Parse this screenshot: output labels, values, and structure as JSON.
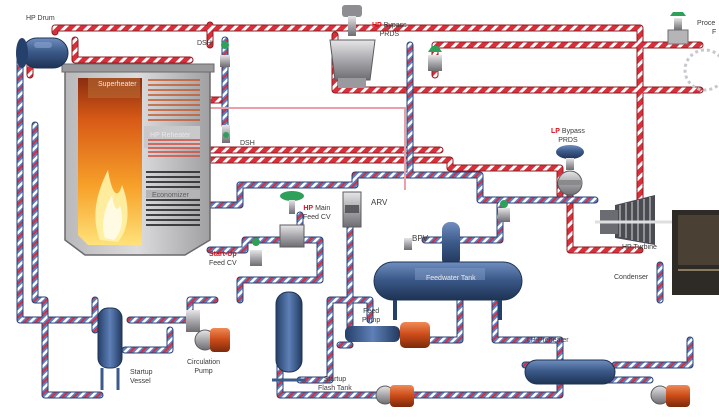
{
  "labels": {
    "hp_drum": "HP Drum",
    "superheater": "Superheater",
    "hp_reheater": "HP Reheater",
    "economizer": "Economizer",
    "dsh_top": "DSH",
    "dsh_mid": "DSH",
    "hp_bypass_prefix": "HP",
    "hp_bypass_suffix": "Bypass",
    "hp_bypass_line2": "PRDS",
    "process_line1": "Proce",
    "process_line2": "F",
    "lp_bypass_prefix": "LP",
    "lp_bypass_suffix": "Bypass",
    "lp_bypass_line2": "PRDS",
    "hp_main_prefix": "HP",
    "hp_main_suffix": "Main",
    "hp_main_line2": "Feed CV",
    "arv": "ARV",
    "bpv": "BPV",
    "feedwater_tank": "Feedwater Tank",
    "startup_cv_line1": "Start-Up",
    "startup_cv_line2": "Feed CV",
    "hp_turbine": "HP Turbine",
    "condenser": "Condenser",
    "feed_pump_line1": "Feed",
    "feed_pump_line2": "Pump",
    "circulation_pump_line1": "Circulation",
    "circulation_pump_line2": "Pump",
    "startup_vessel_line1": "Startup",
    "startup_vessel_line2": "Vessel",
    "startup_flash_line1": "Startup",
    "startup_flash_line2": "Flash Tank",
    "lp_preheater": "LP-Preheater"
  },
  "colors": {
    "steam_pipe": "#d8303a",
    "water_pipe": "#5a7fc4",
    "pipe_stripe": "#ffffff",
    "equipment_blue": "#3c5a8a",
    "valve_green": "#2fa05a",
    "motor_orange": "#d4531f",
    "boiler_casing": "#8e8e90",
    "accent_red": "#d8101a"
  }
}
